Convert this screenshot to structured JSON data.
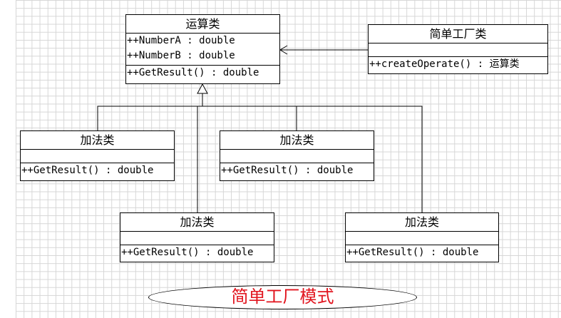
{
  "classes": {
    "operation": {
      "name": "运算类",
      "attributes": [
        "++NumberA : double",
        "++NumberB : double"
      ],
      "operations": [
        "++GetResult() : double"
      ]
    },
    "factory": {
      "name": "简单工厂类",
      "operations": [
        "++createOperate() : 运算类"
      ]
    },
    "add1": {
      "name": "加法类",
      "operations": [
        "++GetResult() : double"
      ]
    },
    "add2": {
      "name": "加法类",
      "operations": [
        "++GetResult() : double"
      ]
    },
    "add3": {
      "name": "加法类",
      "operations": [
        "++GetResult() : double"
      ]
    },
    "add4": {
      "name": "加法类",
      "operations": [
        "++GetResult() : double"
      ]
    }
  },
  "diagram_title": "简单工厂模式",
  "colors": {
    "title": "#e1141e",
    "grid": "#d6d6d6",
    "line": "#000000"
  }
}
